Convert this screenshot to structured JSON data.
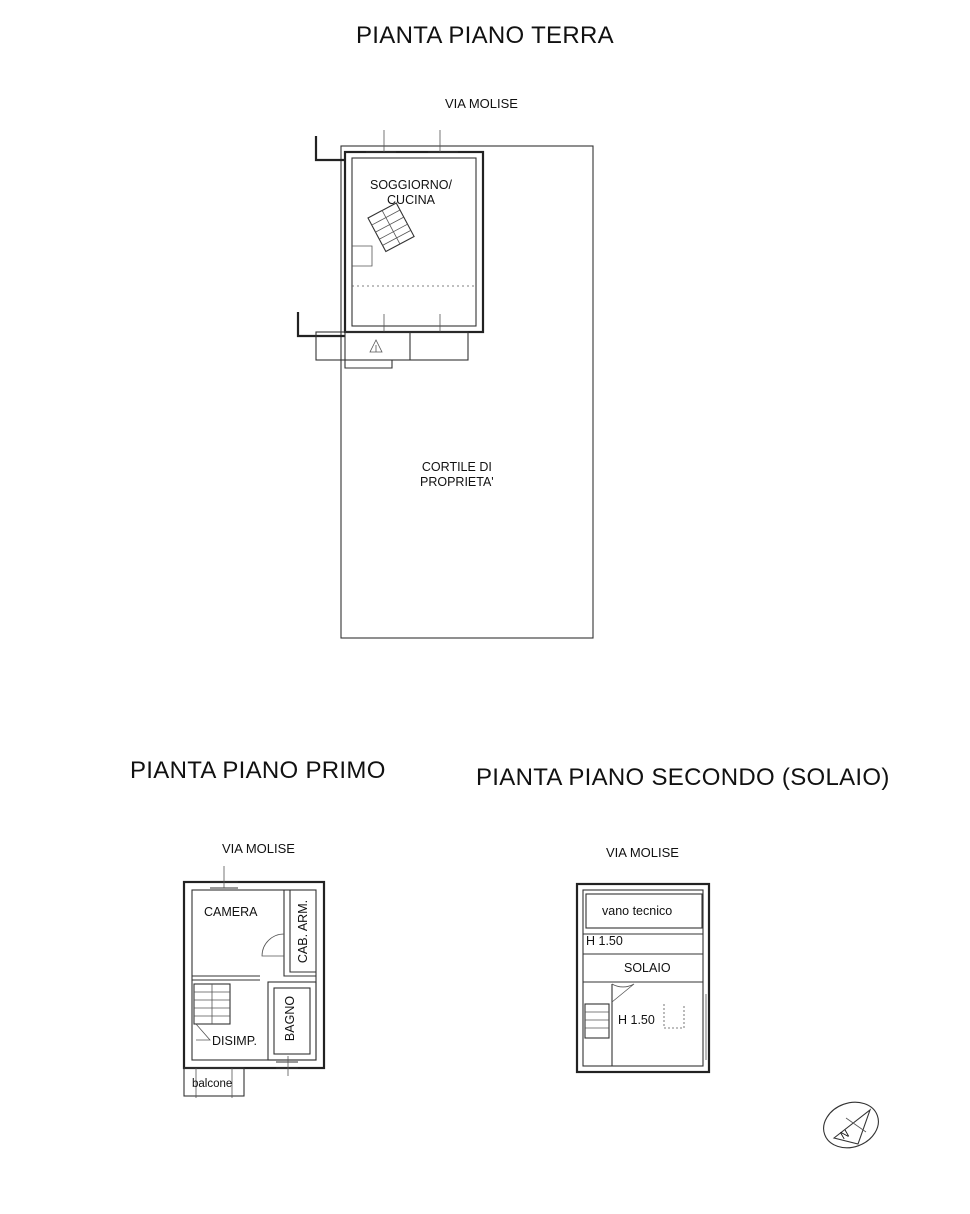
{
  "ground_floor": {
    "title": "PIANTA PIANO TERRA",
    "street": "VIA MOLISE",
    "living_kitchen": "SOGGIORNO/\nCUCINA",
    "courtyard": "CORTILE DI\nPROPRIETA'"
  },
  "first_floor": {
    "title": "PIANTA PIANO PRIMO",
    "street": "VIA MOLISE",
    "bedroom": "CAMERA",
    "wardrobe": "CAB. ARM.",
    "bathroom": "BAGNO",
    "hallway": "DISIMP.",
    "balcony": "balcone"
  },
  "second_floor": {
    "title": "PIANTA PIANO SECONDO (SOLAIO)",
    "street": "VIA MOLISE",
    "technical_room": "vano tecnico",
    "height_top": "H 1.50",
    "attic": "SOLAIO",
    "height_bottom": "H 1.50"
  },
  "compass": {
    "icon": "north-arrow-icon",
    "letter": "N"
  }
}
